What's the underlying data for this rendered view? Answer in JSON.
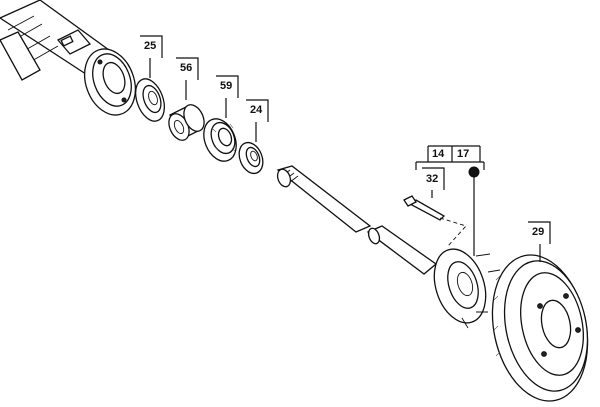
{
  "diagram": {
    "callouts": [
      {
        "id": "c25",
        "label": "25"
      },
      {
        "id": "c56",
        "label": "56"
      },
      {
        "id": "c59",
        "label": "59"
      },
      {
        "id": "c24",
        "label": "24"
      },
      {
        "id": "c14",
        "label": "14"
      },
      {
        "id": "c17",
        "label": "17"
      },
      {
        "id": "c32",
        "label": "32"
      },
      {
        "id": "c29",
        "label": "29"
      }
    ],
    "marker": {
      "shape": "filled-circle",
      "color": "#111111"
    }
  }
}
